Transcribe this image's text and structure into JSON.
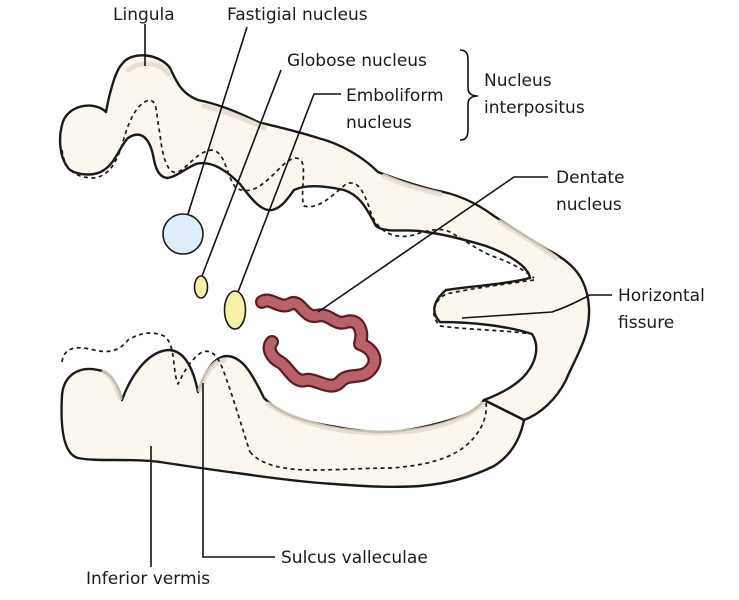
{
  "labels": {
    "lingula": "Lingula",
    "fastigial": "Fastigial nucleus",
    "globose": "Globose nucleus",
    "emboliform_1": "Emboliform",
    "emboliform_2": "nucleus",
    "interpositus_1": "Nucleus",
    "interpositus_2": "interpositus",
    "dentate_1": "Dentate",
    "dentate_2": "nucleus",
    "horizontal_1": "Horizontal",
    "horizontal_2": "fissure",
    "sulcus": "Sulcus valleculae",
    "inferior": "Inferior vermis"
  },
  "colors": {
    "fastigial": "#ddeef9",
    "globose": "#f7f0a8",
    "emboliform": "#f7f0a8",
    "dentate": "#b8636b",
    "dentate_dark": "#5c1d25",
    "cortex": "#fbf7ef"
  }
}
